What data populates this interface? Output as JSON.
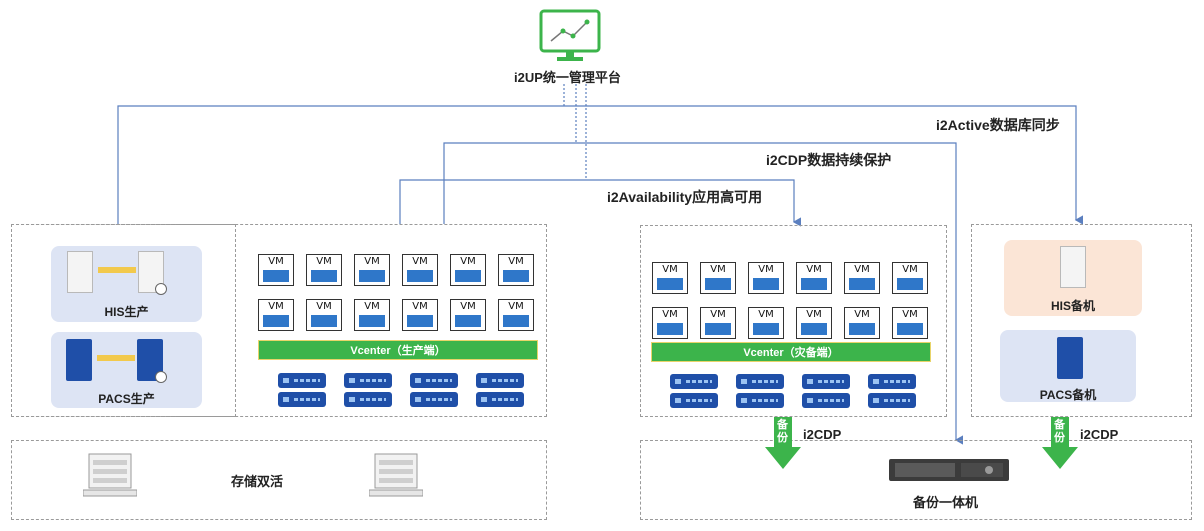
{
  "platform": {
    "title": "i2UP统一管理平台",
    "icon": "monitor-chart-icon"
  },
  "flows": {
    "active": "i2Active数据库同步",
    "cdp": "i2CDP数据持续保护",
    "availability": "i2Availability应用高可用"
  },
  "left_site": {
    "his_label": "HIS生产",
    "pacs_label": "PACS生产",
    "vcenter_label": "Vcenter（生产端）",
    "storage_label": "存储双活"
  },
  "dr_site": {
    "vcenter_label": "Vcenter（灾备端）"
  },
  "right_site": {
    "his_label": "HIS备机",
    "pacs_label": "PACS备机"
  },
  "backup": {
    "arrow_text": "备份",
    "arrow_text_2": "备份",
    "cdp_label_1": "i2CDP",
    "cdp_label_2": "i2CDP",
    "appliance_label": "备份一体机"
  },
  "vm": {
    "label": "VM",
    "rows": 2,
    "cols": 6
  },
  "colors": {
    "line": "#5b7fbf",
    "vcenter": "#3cb44b",
    "server": "#1f4fa8",
    "arrow": "#3cb44b"
  }
}
